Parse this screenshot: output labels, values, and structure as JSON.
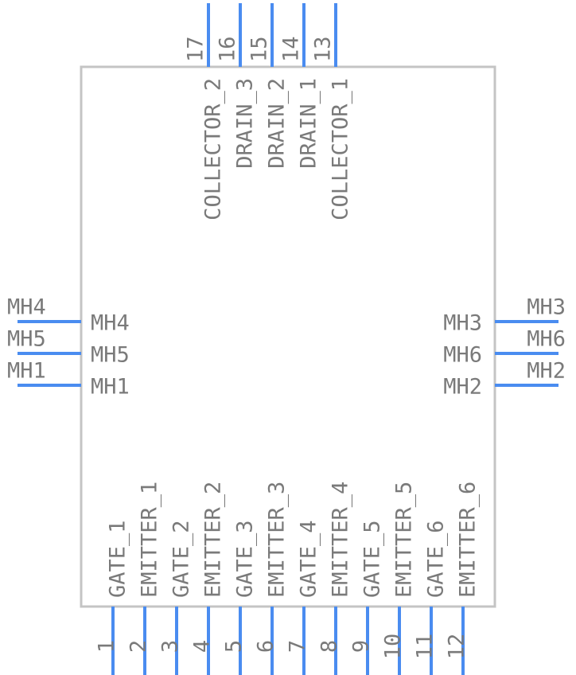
{
  "component": {
    "bottom_pins": [
      {
        "number": "1",
        "name": "GATE_1"
      },
      {
        "number": "2",
        "name": "EMITTER_1"
      },
      {
        "number": "3",
        "name": "GATE_2"
      },
      {
        "number": "4",
        "name": "EMITTER_2"
      },
      {
        "number": "5",
        "name": "GATE_3"
      },
      {
        "number": "6",
        "name": "EMITTER_3"
      },
      {
        "number": "7",
        "name": "GATE_4"
      },
      {
        "number": "8",
        "name": "EMITTER_4"
      },
      {
        "number": "9",
        "name": "GATE_5"
      },
      {
        "number": "10",
        "name": "EMITTER_5"
      },
      {
        "number": "11",
        "name": "GATE_6"
      },
      {
        "number": "12",
        "name": "EMITTER_6"
      }
    ],
    "top_pins": [
      {
        "number": "17",
        "name": "COLLECTOR_2"
      },
      {
        "number": "16",
        "name": "DRAIN_3"
      },
      {
        "number": "15",
        "name": "DRAIN_2"
      },
      {
        "number": "14",
        "name": "DRAIN_1"
      },
      {
        "number": "13",
        "name": "COLLECTOR_1"
      }
    ],
    "left_pins": [
      {
        "number": "MH4",
        "name": "MH4"
      },
      {
        "number": "MH5",
        "name": "MH5"
      },
      {
        "number": "MH1",
        "name": "MH1"
      }
    ],
    "right_pins": [
      {
        "number": "MH3",
        "name": "MH3"
      },
      {
        "number": "MH6",
        "name": "MH6"
      },
      {
        "number": "MH2",
        "name": "MH2"
      }
    ],
    "pin_color": "#4a8cf0",
    "body_stroke_color": "#c4c4c4",
    "text_color": "#7a7a7a"
  }
}
